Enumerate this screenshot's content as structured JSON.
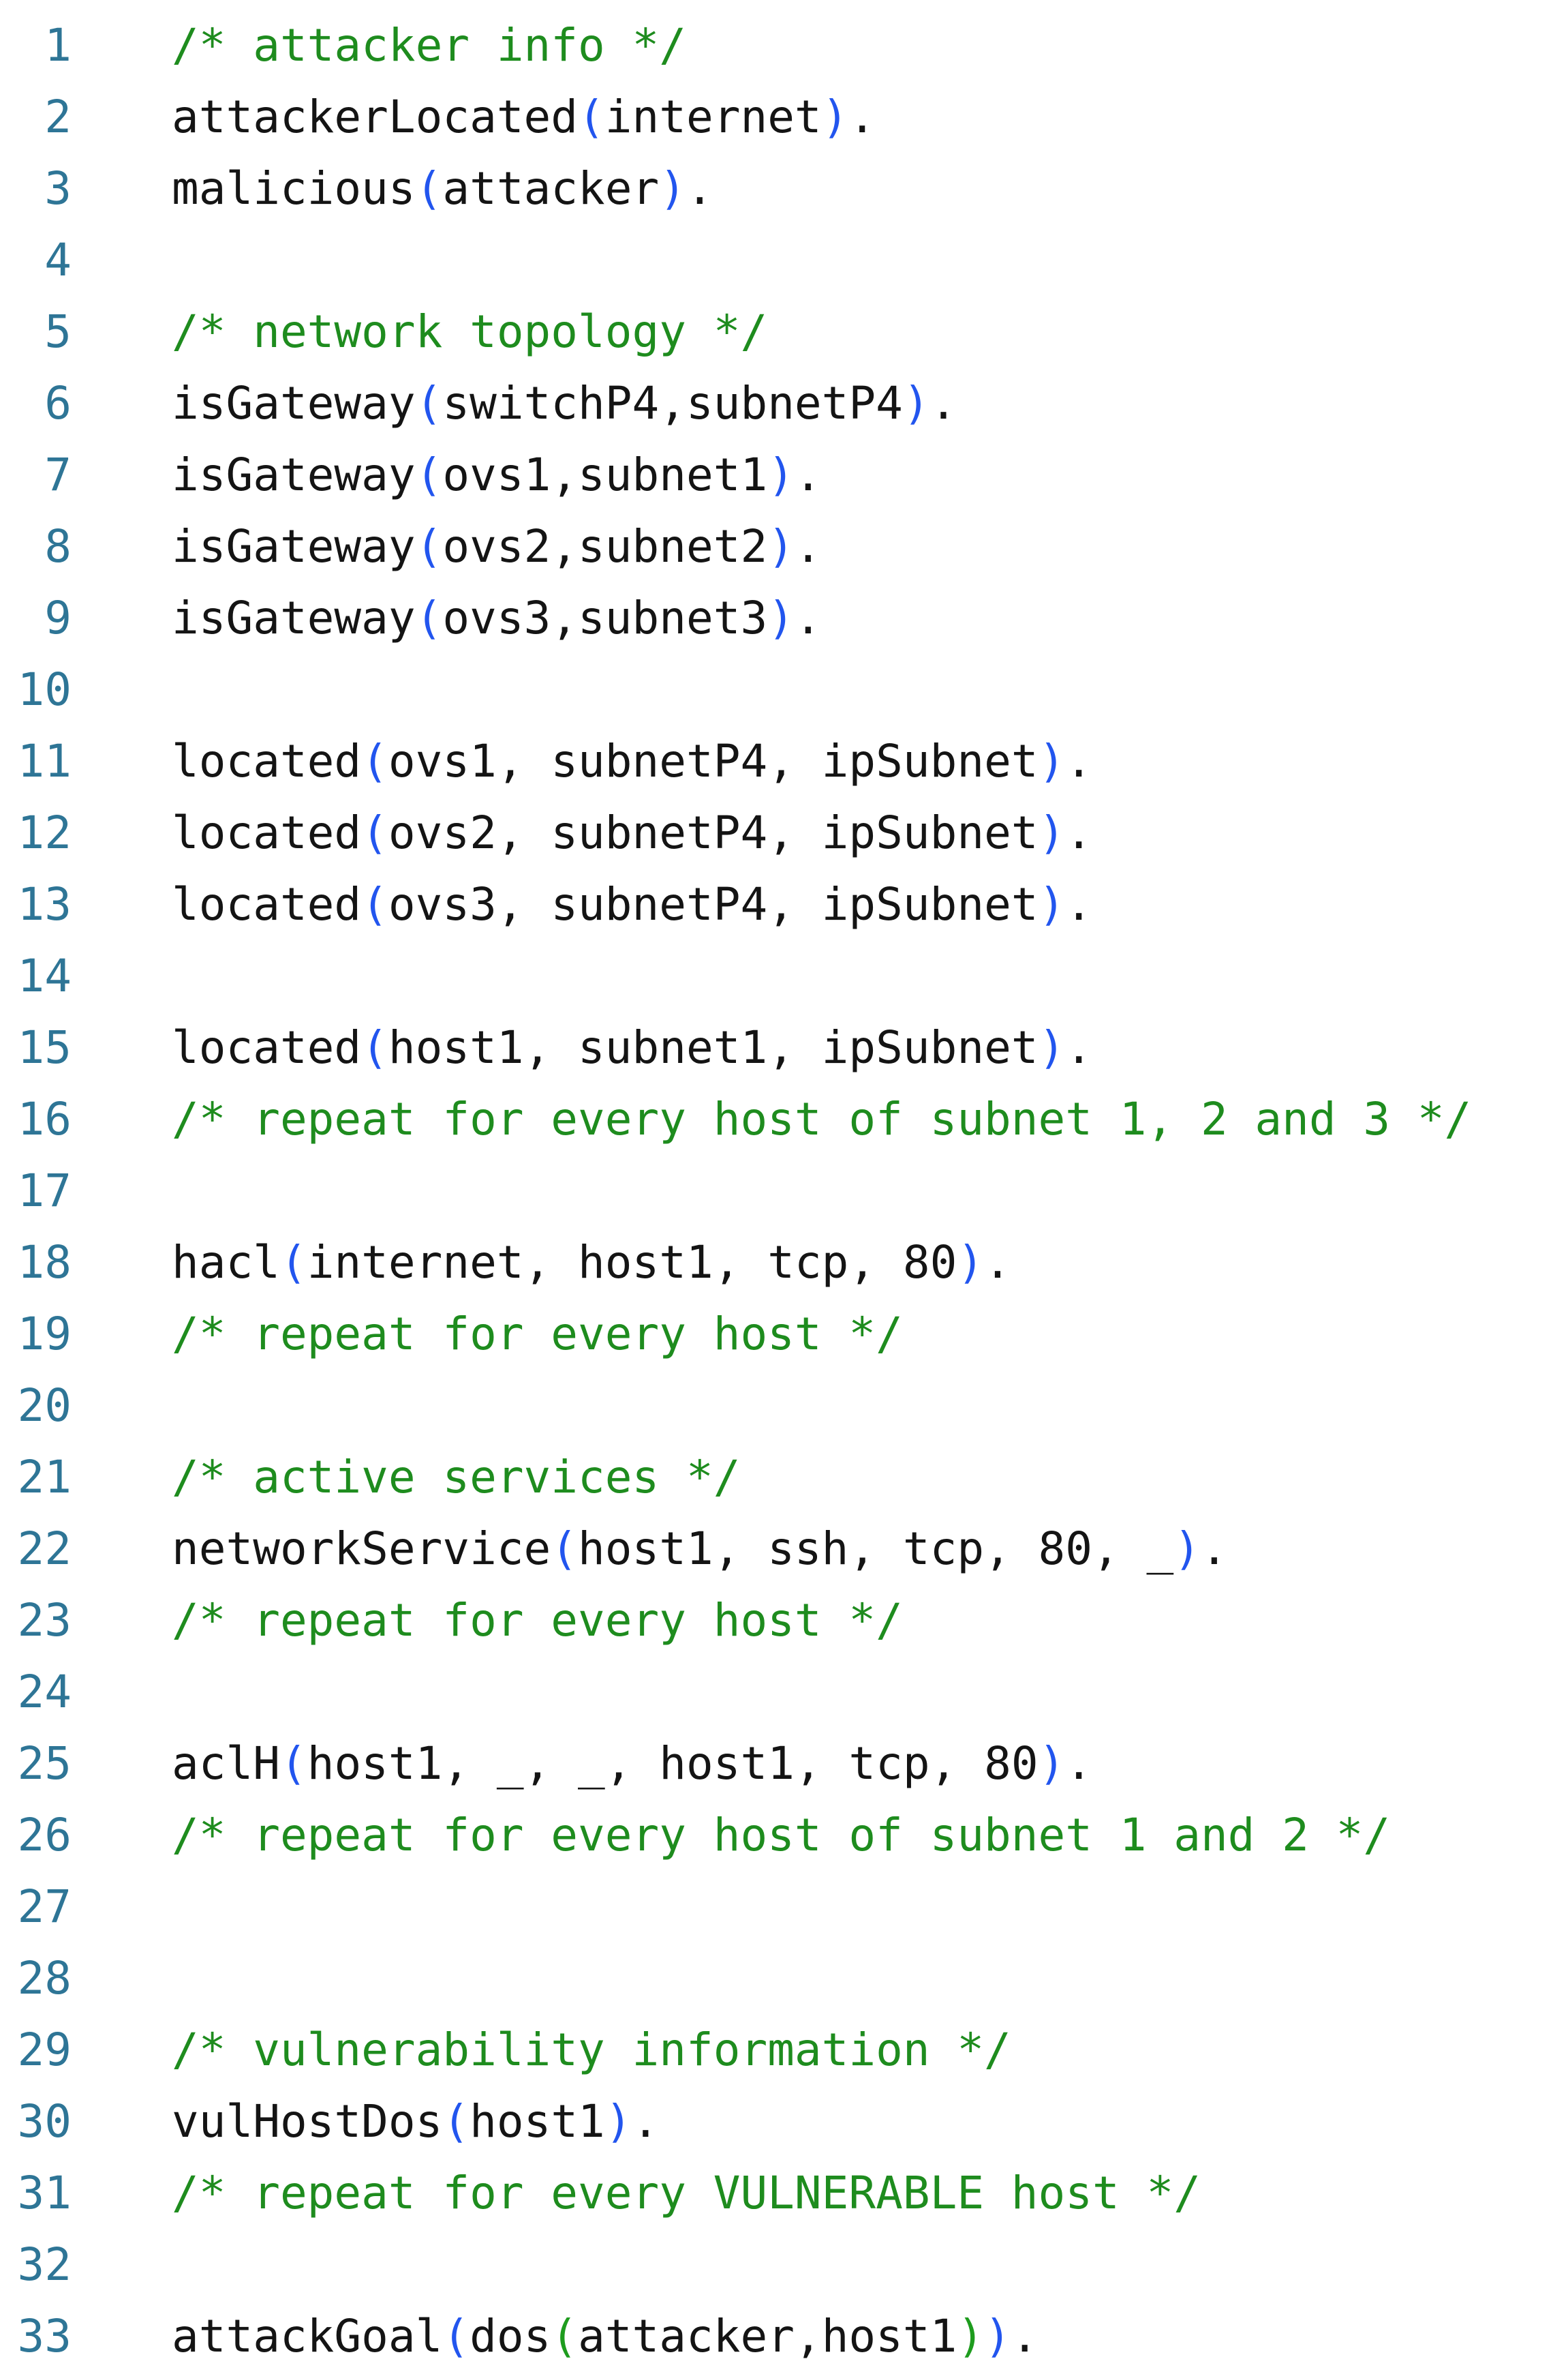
{
  "page": {
    "background": "#ffffff",
    "kind": "code-listing"
  },
  "colors": {
    "line_number": "#2e7596",
    "code": "#141414",
    "comment": "#1e8c1e",
    "paren_level1": "#2255ee",
    "paren_level2": "#1e9c1e"
  },
  "editor": {
    "lines": [
      {
        "n": "1",
        "tokens": [
          {
            "t": "comment",
            "s": "/* attacker info */"
          }
        ]
      },
      {
        "n": "2",
        "tokens": [
          {
            "t": "code",
            "s": "attackerLocated"
          },
          {
            "t": "paren1",
            "s": "("
          },
          {
            "t": "code",
            "s": "internet"
          },
          {
            "t": "paren1",
            "s": ")"
          },
          {
            "t": "code",
            "s": "."
          }
        ]
      },
      {
        "n": "3",
        "tokens": [
          {
            "t": "code",
            "s": "malicious"
          },
          {
            "t": "paren1",
            "s": "("
          },
          {
            "t": "code",
            "s": "attacker"
          },
          {
            "t": "paren1",
            "s": ")"
          },
          {
            "t": "code",
            "s": "."
          }
        ]
      },
      {
        "n": "4",
        "tokens": []
      },
      {
        "n": "5",
        "tokens": [
          {
            "t": "comment",
            "s": "/* network topology */"
          }
        ]
      },
      {
        "n": "6",
        "tokens": [
          {
            "t": "code",
            "s": "isGateway"
          },
          {
            "t": "paren1",
            "s": "("
          },
          {
            "t": "code",
            "s": "switchP4,subnetP4"
          },
          {
            "t": "paren1",
            "s": ")"
          },
          {
            "t": "code",
            "s": "."
          }
        ]
      },
      {
        "n": "7",
        "tokens": [
          {
            "t": "code",
            "s": "isGateway"
          },
          {
            "t": "paren1",
            "s": "("
          },
          {
            "t": "code",
            "s": "ovs1,subnet1"
          },
          {
            "t": "paren1",
            "s": ")"
          },
          {
            "t": "code",
            "s": "."
          }
        ]
      },
      {
        "n": "8",
        "tokens": [
          {
            "t": "code",
            "s": "isGateway"
          },
          {
            "t": "paren1",
            "s": "("
          },
          {
            "t": "code",
            "s": "ovs2,subnet2"
          },
          {
            "t": "paren1",
            "s": ")"
          },
          {
            "t": "code",
            "s": "."
          }
        ]
      },
      {
        "n": "9",
        "tokens": [
          {
            "t": "code",
            "s": "isGateway"
          },
          {
            "t": "paren1",
            "s": "("
          },
          {
            "t": "code",
            "s": "ovs3,subnet3"
          },
          {
            "t": "paren1",
            "s": ")"
          },
          {
            "t": "code",
            "s": "."
          }
        ]
      },
      {
        "n": "10",
        "tokens": []
      },
      {
        "n": "11",
        "tokens": [
          {
            "t": "code",
            "s": "located"
          },
          {
            "t": "paren1",
            "s": "("
          },
          {
            "t": "code",
            "s": "ovs1, subnetP4, ipSubnet"
          },
          {
            "t": "paren1",
            "s": ")"
          },
          {
            "t": "code",
            "s": "."
          }
        ]
      },
      {
        "n": "12",
        "tokens": [
          {
            "t": "code",
            "s": "located"
          },
          {
            "t": "paren1",
            "s": "("
          },
          {
            "t": "code",
            "s": "ovs2, subnetP4, ipSubnet"
          },
          {
            "t": "paren1",
            "s": ")"
          },
          {
            "t": "code",
            "s": "."
          }
        ]
      },
      {
        "n": "13",
        "tokens": [
          {
            "t": "code",
            "s": "located"
          },
          {
            "t": "paren1",
            "s": "("
          },
          {
            "t": "code",
            "s": "ovs3, subnetP4, ipSubnet"
          },
          {
            "t": "paren1",
            "s": ")"
          },
          {
            "t": "code",
            "s": "."
          }
        ]
      },
      {
        "n": "14",
        "tokens": []
      },
      {
        "n": "15",
        "tokens": [
          {
            "t": "code",
            "s": "located"
          },
          {
            "t": "paren1",
            "s": "("
          },
          {
            "t": "code",
            "s": "host1, subnet1, ipSubnet"
          },
          {
            "t": "paren1",
            "s": ")"
          },
          {
            "t": "code",
            "s": "."
          }
        ]
      },
      {
        "n": "16",
        "tokens": [
          {
            "t": "comment",
            "s": "/* repeat for every host of subnet 1, 2 and 3 */"
          }
        ]
      },
      {
        "n": "17",
        "tokens": []
      },
      {
        "n": "18",
        "tokens": [
          {
            "t": "code",
            "s": "hacl"
          },
          {
            "t": "paren1",
            "s": "("
          },
          {
            "t": "code",
            "s": "internet, host1, tcp, 80"
          },
          {
            "t": "paren1",
            "s": ")"
          },
          {
            "t": "code",
            "s": "."
          }
        ]
      },
      {
        "n": "19",
        "tokens": [
          {
            "t": "comment",
            "s": "/* repeat for every host */"
          }
        ]
      },
      {
        "n": "20",
        "tokens": []
      },
      {
        "n": "21",
        "tokens": [
          {
            "t": "comment",
            "s": "/* active services */"
          }
        ]
      },
      {
        "n": "22",
        "tokens": [
          {
            "t": "code",
            "s": "networkService"
          },
          {
            "t": "paren1",
            "s": "("
          },
          {
            "t": "code",
            "s": "host1, ssh, tcp, 80, _"
          },
          {
            "t": "paren1",
            "s": ")"
          },
          {
            "t": "code",
            "s": "."
          }
        ]
      },
      {
        "n": "23",
        "tokens": [
          {
            "t": "comment",
            "s": "/* repeat for every host */"
          }
        ]
      },
      {
        "n": "24",
        "tokens": []
      },
      {
        "n": "25",
        "tokens": [
          {
            "t": "code",
            "s": "aclH"
          },
          {
            "t": "paren1",
            "s": "("
          },
          {
            "t": "code",
            "s": "host1, _, _, host1, tcp, 80"
          },
          {
            "t": "paren1",
            "s": ")"
          },
          {
            "t": "code",
            "s": "."
          }
        ]
      },
      {
        "n": "26",
        "tokens": [
          {
            "t": "comment",
            "s": "/* repeat for every host of subnet 1 and 2 */"
          }
        ]
      },
      {
        "n": "27",
        "tokens": []
      },
      {
        "n": "28",
        "tokens": []
      },
      {
        "n": "29",
        "tokens": [
          {
            "t": "comment",
            "s": "/* vulnerability information */"
          }
        ]
      },
      {
        "n": "30",
        "tokens": [
          {
            "t": "code",
            "s": "vulHostDos"
          },
          {
            "t": "paren1",
            "s": "("
          },
          {
            "t": "code",
            "s": "host1"
          },
          {
            "t": "paren1",
            "s": ")"
          },
          {
            "t": "code",
            "s": "."
          }
        ]
      },
      {
        "n": "31",
        "tokens": [
          {
            "t": "comment",
            "s": "/* repeat for every VULNERABLE host */"
          }
        ]
      },
      {
        "n": "32",
        "tokens": []
      },
      {
        "n": "33",
        "tokens": [
          {
            "t": "code",
            "s": "attackGoal"
          },
          {
            "t": "paren1",
            "s": "("
          },
          {
            "t": "code",
            "s": "dos"
          },
          {
            "t": "paren2",
            "s": "("
          },
          {
            "t": "code",
            "s": "attacker,host1"
          },
          {
            "t": "paren2",
            "s": ")"
          },
          {
            "t": "paren1",
            "s": ")"
          },
          {
            "t": "code",
            "s": "."
          }
        ]
      }
    ]
  }
}
